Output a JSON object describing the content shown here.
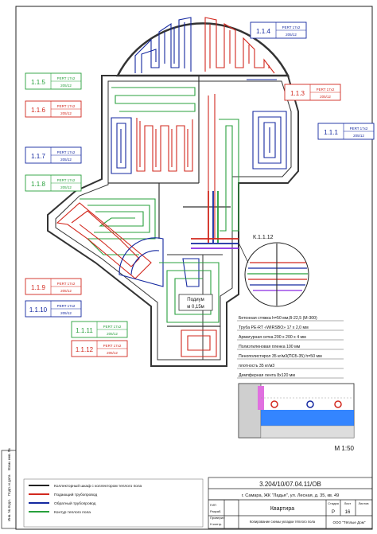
{
  "loops": [
    {
      "id": "1.1.1",
      "color": "#1428a0",
      "pipe": "PERT 17x2",
      "power": "",
      "len": "205/12"
    },
    {
      "id": "1.1.3",
      "color": "#d2281e",
      "pipe": "PERT 17x2",
      "power": "",
      "len": "205/12"
    },
    {
      "id": "1.1.4",
      "color": "#1428a0",
      "pipe": "PERT 17x2",
      "power": "",
      "len": "205/12"
    },
    {
      "id": "1.1.5",
      "color": "#28a03c",
      "pipe": "PERT 17x2",
      "power": "",
      "len": "205/12"
    },
    {
      "id": "1.1.6",
      "color": "#d2281e",
      "pipe": "PERT 17x2",
      "power": "",
      "len": "205/12"
    },
    {
      "id": "1.1.7",
      "color": "#1428a0",
      "pipe": "PERT 17x2",
      "power": "",
      "len": "205/12"
    },
    {
      "id": "1.1.8",
      "color": "#28a03c",
      "pipe": "PERT 17x2",
      "power": "",
      "len": "205/12"
    },
    {
      "id": "1.1.9",
      "color": "#d2281e",
      "pipe": "PERT 17x2",
      "power": "",
      "len": "205/12"
    },
    {
      "id": "1.1.10",
      "color": "#1428a0",
      "pipe": "PERT 17x2",
      "power": "",
      "len": "205/12"
    },
    {
      "id": "1.1.11",
      "color": "#28a03c",
      "pipe": "PERT 17x2",
      "power": "",
      "len": "205/12"
    },
    {
      "id": "1.1.12",
      "color": "#d2281e",
      "pipe": "PERT 17x2",
      "power": "",
      "len": "205/12"
    }
  ],
  "room_label": "Подиум",
  "room_height": "м 0,15м",
  "detail_marker": "К.1.1.12",
  "section_layers": [
    "Бетонная стяжка h=50 мм,В-22,5 (М-300)",
    "Труба PE-RT «WIRSBO» 17 x 2,0 мм",
    "Арматурная сетка 200 x 200 x 4 мм",
    "Полиэтиленовая пленка 100 мм",
    "Пенополистирол 35 кг/м3(ПСБ-35) h=50 мм",
    "плотность 35 кг/м3",
    "Демпферная лента 8x120 мм"
  ],
  "scale": "М 1:50",
  "title_block": {
    "doc_code": "3.204/10/07.04.11/ОВ",
    "address": "г. Самара, ЖК \"Ладья\", ул. Лесная, д. 35, кв. 49",
    "sheet_name": "Квартира",
    "stage_header": "Стадия",
    "sheet_header": "Лист",
    "sheets_header": "Листов",
    "stage": "Р",
    "sheet": "16",
    "sheets": "",
    "drawing_name": "Копирование схемы укладки тёплого пола",
    "company": "ООО \"Тёплые Дом\"",
    "roles": [
      "ГИП",
      "Разраб.",
      "Проверил",
      "Н.контр."
    ]
  },
  "legend_items": [
    "Коллекторный шкаф с коллектором теплого пола",
    "Подающий трубопровод",
    "Обратный трубопровод",
    "Контур теплого пола"
  ],
  "side_labels": [
    "Инв. № подл.",
    "Подп. и дата",
    "Взам. инв. №"
  ]
}
